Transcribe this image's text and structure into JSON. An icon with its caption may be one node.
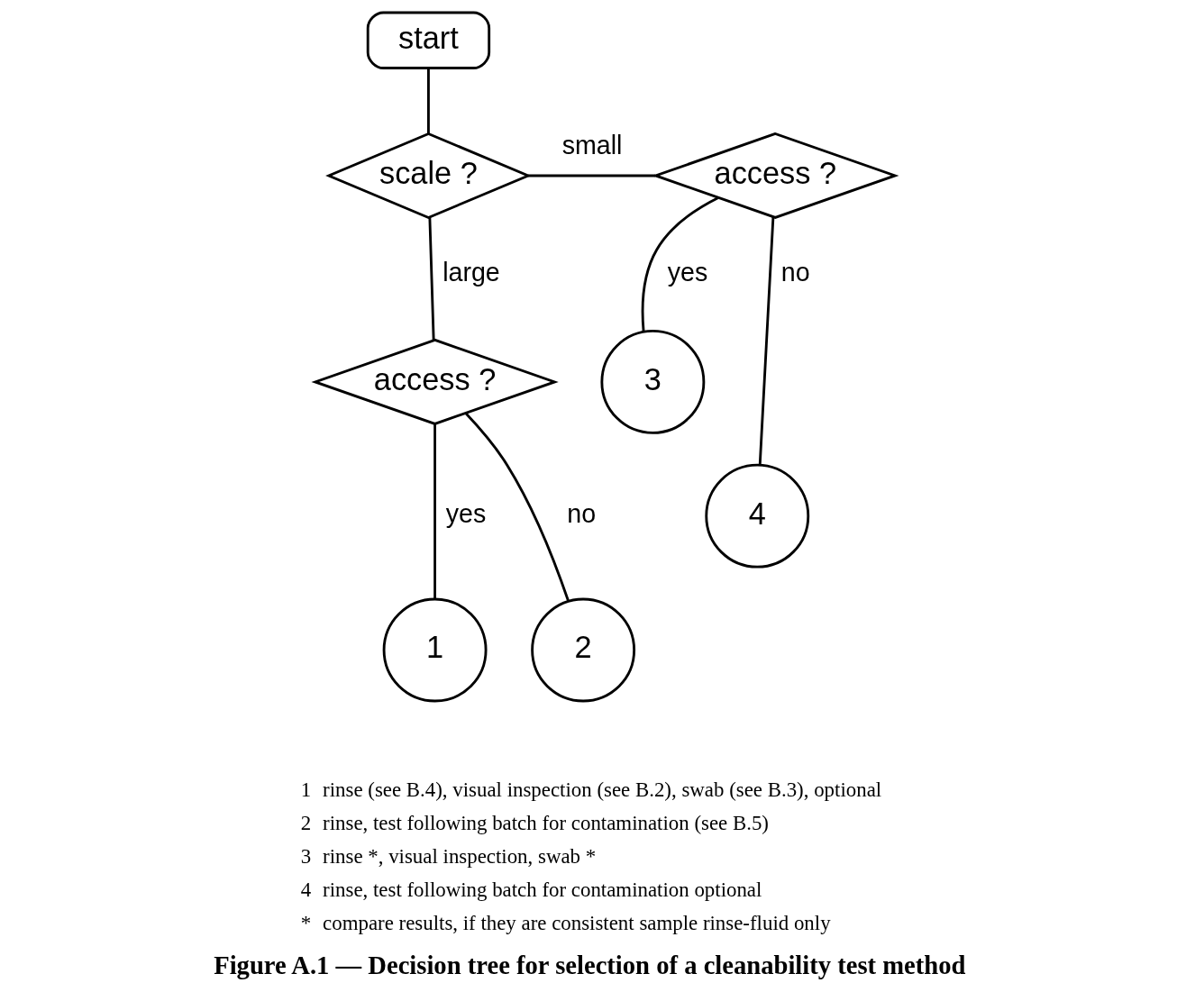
{
  "diagram": {
    "caption": "Figure A.1 — Decision tree for selection of a cleanability test method",
    "nodes": [
      {
        "text": [
          "start"
        ]
      },
      {
        "text": [
          "scale ?"
        ]
      },
      {
        "text": [
          "access ?"
        ]
      },
      {
        "text": [
          "access ?"
        ]
      },
      {
        "text": [
          "1"
        ]
      },
      {
        "text": [
          "2"
        ]
      },
      {
        "text": [
          "3"
        ]
      },
      {
        "text": [
          "4"
        ]
      }
    ],
    "edges": [
      {
        "from": 0,
        "to": 1,
        "arrow": "none"
      },
      {
        "from": 1,
        "to": 2,
        "arrow": "none",
        "label": "small"
      },
      {
        "from": 1,
        "to": 3,
        "arrow": "none",
        "label": "large"
      },
      {
        "from": 3,
        "to": 4,
        "arrow": "none",
        "label": "yes"
      },
      {
        "from": 3,
        "to": 5,
        "arrow": "none",
        "label": "no"
      },
      {
        "from": 2,
        "to": 6,
        "arrow": "none",
        "label": "yes"
      },
      {
        "from": 2,
        "to": 7,
        "arrow": "none",
        "label": "no"
      }
    ],
    "labels": [
      "1",
      "rinse (see B.4), visual inspection (see B.2), swab (see B.3), optional",
      "2",
      "rinse, test following batch for contamination (see B.5)",
      "3",
      "rinse *, visual inspection, swab *",
      "4",
      "rinse, test following batch for contamination optional",
      "*",
      "compare results, if they are consistent sample rinse-fluid only"
    ]
  }
}
